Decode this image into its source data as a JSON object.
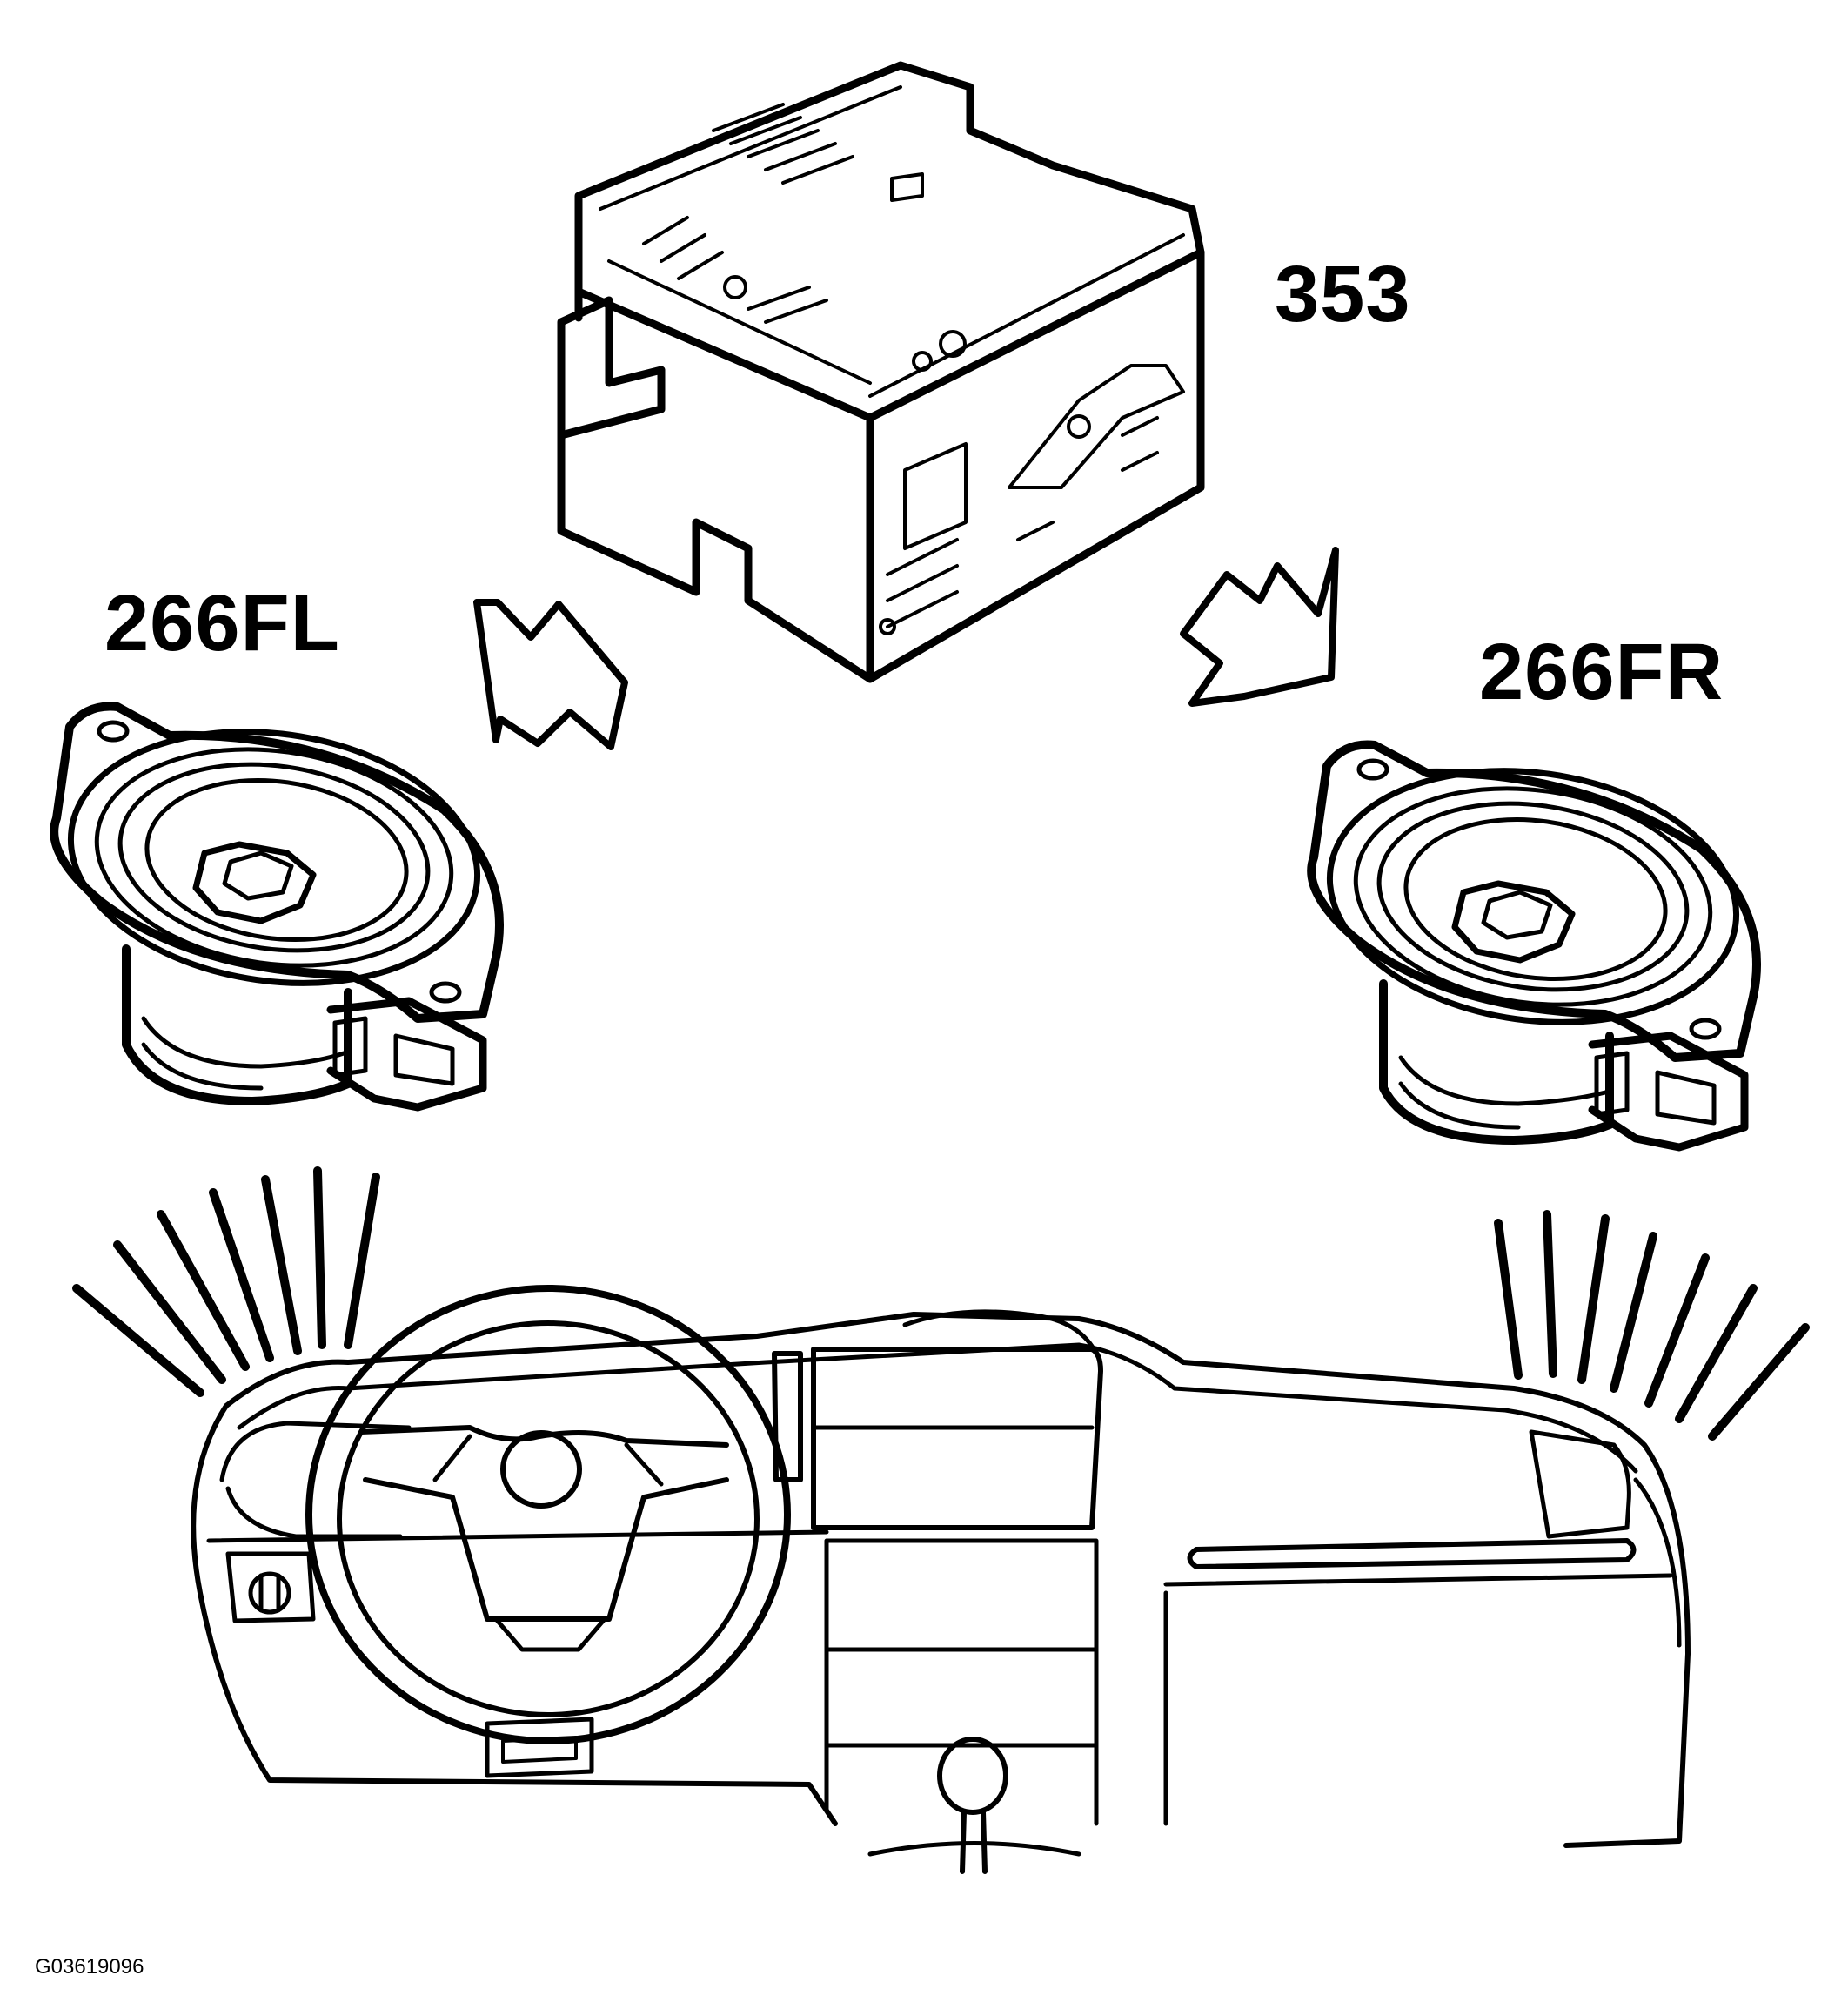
{
  "labels": {
    "radio_unit": "353",
    "speaker_front_left": "266FL",
    "speaker_front_right": "266FR",
    "figure_code": "G03619096"
  },
  "colors": {
    "line": "#000000",
    "background": "#ffffff"
  }
}
